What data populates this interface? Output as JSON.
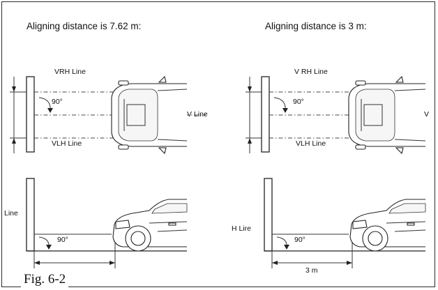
{
  "figure": {
    "caption": "Fig. 6-2"
  },
  "panels": {
    "left": {
      "title": "Aligning distance is 7.62 m:",
      "top_view": {
        "vrh_label": "VRH Line",
        "vlh_label": "VLH Line",
        "v_label": "V Line",
        "angle_label": "90°"
      },
      "side_view": {
        "h_label": "Line",
        "angle_label": "90°"
      }
    },
    "right": {
      "title": "Aligning distance is 3 m:",
      "top_view": {
        "vrh_label": "V RH Line",
        "vlh_label": "VLH Line",
        "v_label": "V",
        "angle_label": "90°"
      },
      "side_view": {
        "h_label": "H Lire",
        "angle_label": "90°",
        "distance_label": "3 m"
      }
    }
  },
  "colors": {
    "ink": "#222222",
    "background": "#ffffff"
  }
}
